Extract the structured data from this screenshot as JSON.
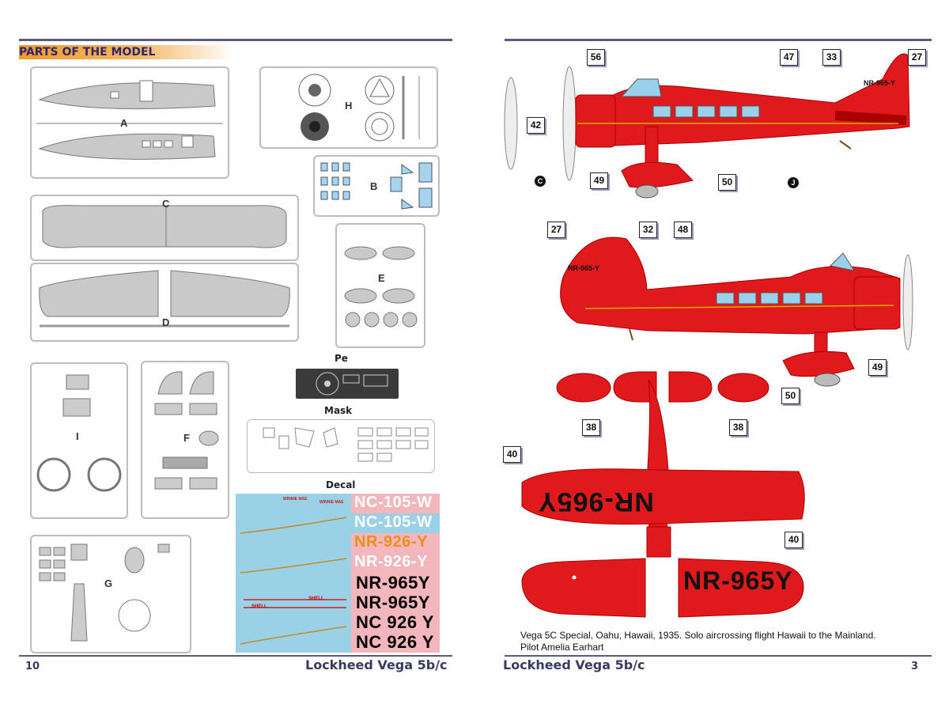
{
  "left_page": {
    "section_title": "PARTS OF THE MODEL",
    "page_number": "10",
    "footer_title": "Lockheed Vega 5b/c",
    "sprue_letters": {
      "a": "A",
      "c": "C",
      "d": "D",
      "h": "H",
      "b": "B",
      "e": "E",
      "i": "I",
      "f": "F",
      "g": "G"
    },
    "pe_label": "Pe",
    "mask_label": "Mask",
    "decal_label": "Decal",
    "decal_registrations": [
      "NC-105-W",
      "NC-105-W",
      "NR-926-Y",
      "NR-926-Y",
      "NR-965Y",
      "NR-965Y",
      "NC 926 Y",
      "NC 926 Y"
    ],
    "decal_small": {
      "winnie1": "WINNIE MAE",
      "winnie2": "WINNIE MAE",
      "shell1": "SHELL",
      "shell2": "SHELL"
    }
  },
  "right_page": {
    "page_number": "3",
    "footer_title": "Lockheed Vega 5b/c",
    "callouts": {
      "c56": "56",
      "c47": "47",
      "c33": "33",
      "c27a": "27",
      "c42": "42",
      "c49a": "49",
      "c50a": "50",
      "c27b": "27",
      "c32": "32",
      "c48": "48",
      "c49b": "49",
      "c50b": "50",
      "c38a": "38",
      "c38b": "38",
      "c40a": "40",
      "c40b": "40"
    },
    "circle_letters": {
      "c": "C",
      "j": "J"
    },
    "tail_reg_1": "NR-965-Y",
    "tail_reg_2": "NR-965-Y",
    "wing_reg_upper": "NR-965Y",
    "wing_reg_lower": "NR-965Y",
    "caption_line1": "Vega 5C Special, Oahu, Hawaii, 1935. Solo aircrossing flight Hawaii to the Mainland.",
    "caption_line2": "Pilot Amelia Earhart"
  },
  "colors": {
    "accent": "#f39a2b",
    "red": "#e0191c",
    "footer": "#3a3a60",
    "sprue": "#bcbcbc",
    "decal_bg": "#9bd1e6"
  }
}
